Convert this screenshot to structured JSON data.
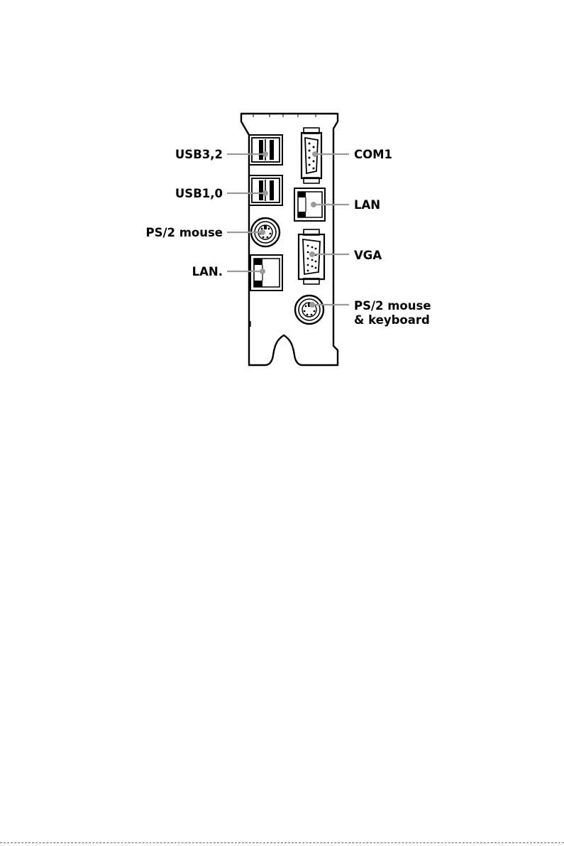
{
  "labels": {
    "usb32": "USB3,2",
    "usb10": "USB1,0",
    "ps2_mouse_left": "PS/2 mouse",
    "lan_left": "LAN.",
    "com1": "COM1",
    "lan_right": "LAN",
    "vga": "VGA",
    "ps2_combo_line1": "PS/2 mouse",
    "ps2_combo_line2": "& keyboard"
  },
  "colors": {
    "ink": "#000000",
    "leader": "#9a9a9a",
    "background": "#ffffff"
  }
}
